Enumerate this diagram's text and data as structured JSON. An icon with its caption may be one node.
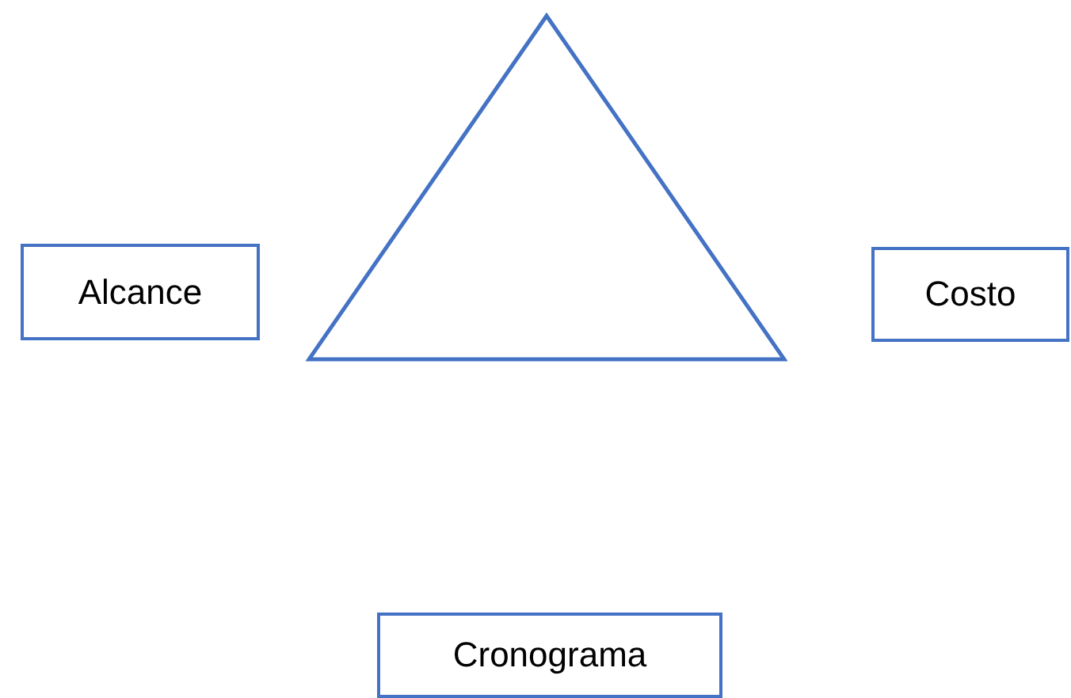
{
  "diagram": {
    "nodes": [
      {
        "text": [],
        "shape": "triangle"
      },
      {
        "text": [
          "Alcance"
        ]
      },
      {
        "text": [
          "Costo"
        ]
      },
      {
        "text": [
          "Cronograma"
        ]
      }
    ]
  }
}
